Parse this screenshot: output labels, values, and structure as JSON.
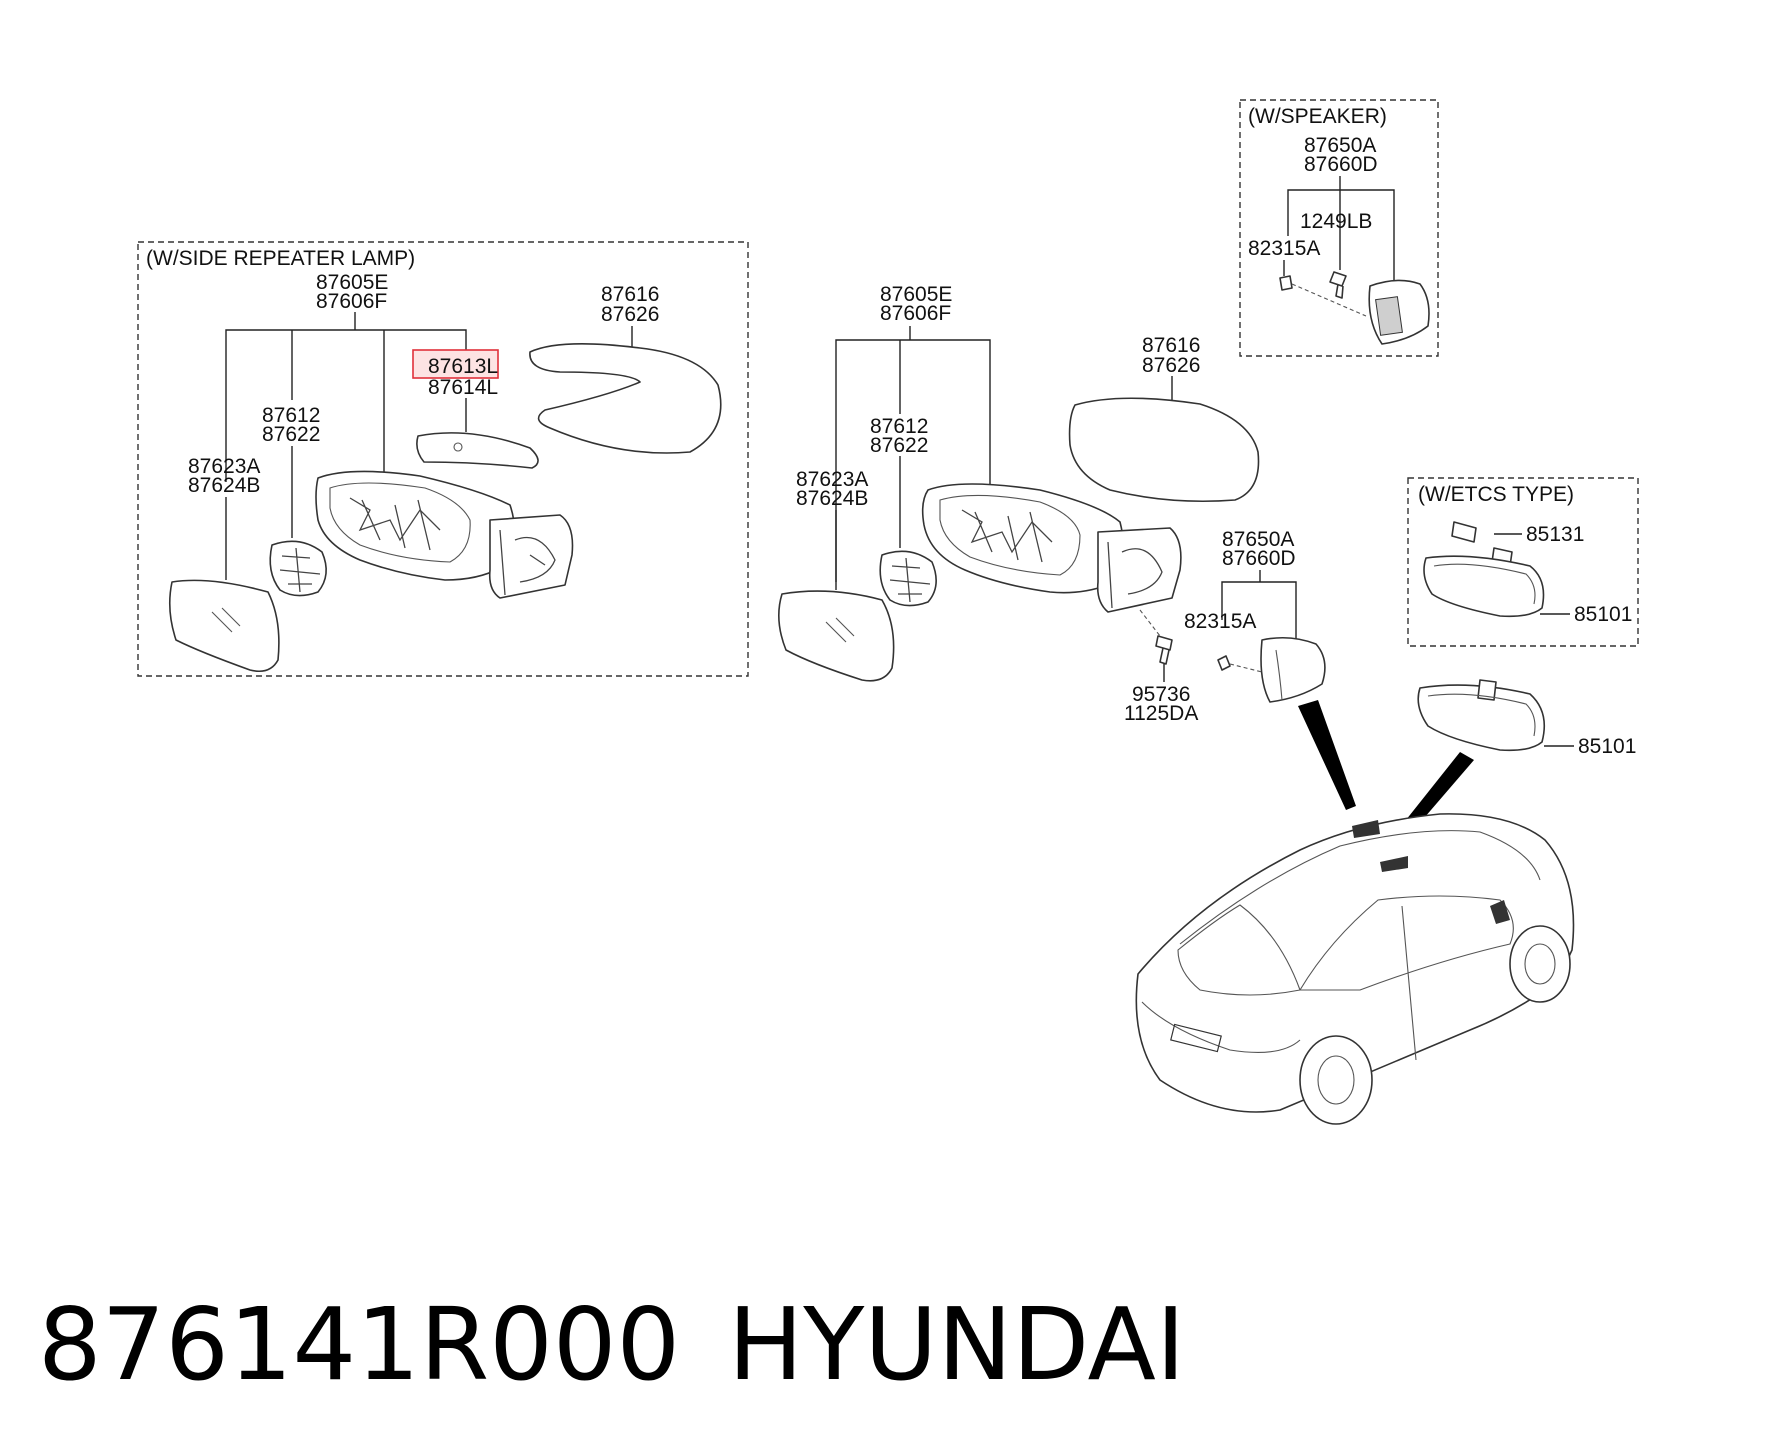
{
  "groups": {
    "side_repeater": "(W/SIDE REPEATER LAMP)",
    "speaker": "(W/SPEAKER)",
    "etcs": "(W/ETCS TYPE)"
  },
  "labels": {
    "left_87605E": "87605E",
    "left_87606F": "87606F",
    "left_87616": "87616",
    "left_87626": "87626",
    "left_87613L": "87613L",
    "left_87614L": "87614L",
    "left_87612": "87612",
    "left_87622": "87622",
    "left_87623A": "87623A",
    "left_87624B": "87624B",
    "mid_87605E": "87605E",
    "mid_87606F": "87606F",
    "mid_87616": "87616",
    "mid_87626": "87626",
    "mid_87612": "87612",
    "mid_87622": "87622",
    "mid_87623A": "87623A",
    "mid_87624B": "87624B",
    "mid_87650A": "87650A",
    "mid_87660D": "87660D",
    "mid_82315A": "82315A",
    "mid_95736": "95736",
    "mid_1125DA": "1125DA",
    "spk_87650A": "87650A",
    "spk_87660D": "87660D",
    "spk_1249LB": "1249LB",
    "spk_82315A": "82315A",
    "etcs_85131": "85131",
    "etcs_85101": "85101",
    "mirror_85101": "85101"
  },
  "highlight": {
    "part": "87613L",
    "color": "#e0303a"
  },
  "footer": {
    "part_number": "876141R000",
    "brand": "HYUNDAI"
  }
}
